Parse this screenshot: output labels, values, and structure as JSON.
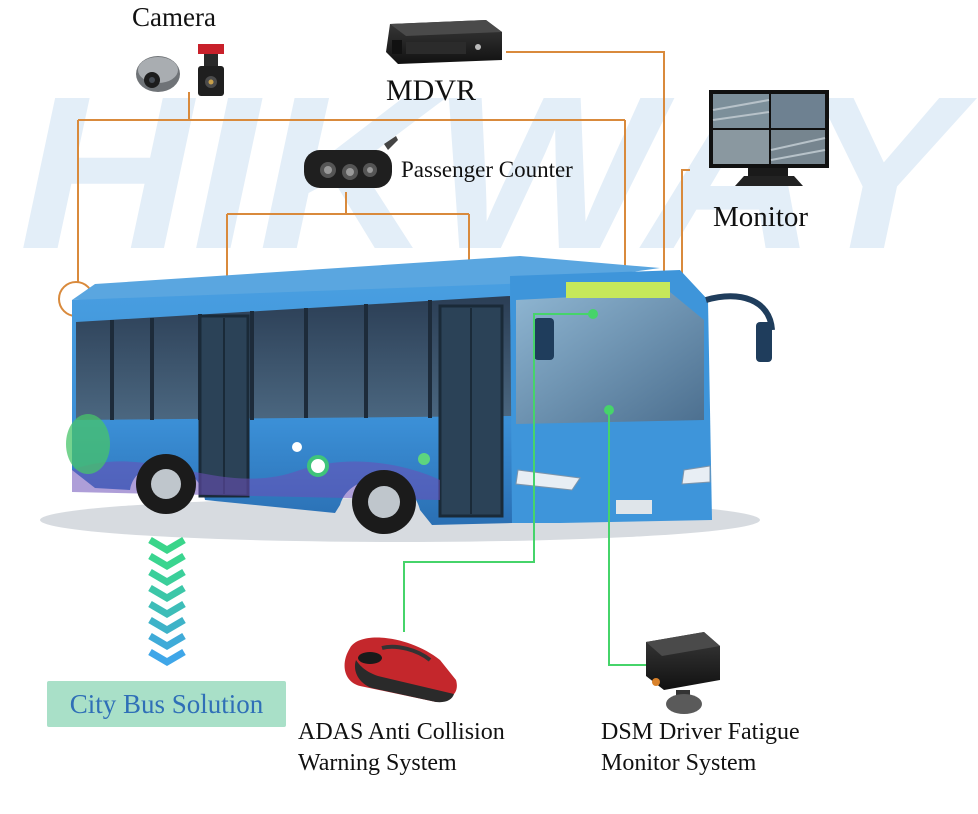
{
  "watermark": {
    "text": "HIKWAY"
  },
  "labels": {
    "camera": "Camera",
    "mdvr": "MDVR",
    "passenger_counter": "Passenger Counter",
    "monitor": "Monitor",
    "adas_line1": "ADAS Anti Collision",
    "adas_line2": "Warning System",
    "dsm_line1": "DSM Driver Fatigue",
    "dsm_line2": "Monitor System"
  },
  "solution_badge": {
    "label": "City Bus Solution"
  },
  "colors": {
    "orange_connector": "#d98a3c",
    "green_connector": "#46d46a",
    "bus_body": "#3b8fd6",
    "bus_dark": "#1f5f9f",
    "watermark": "#e3eef8",
    "badge_bg": "#a9e0c8",
    "badge_text": "#2f6fb7",
    "chevron_top": "#3ad58a",
    "chevron_bottom": "#3fa6e8"
  }
}
